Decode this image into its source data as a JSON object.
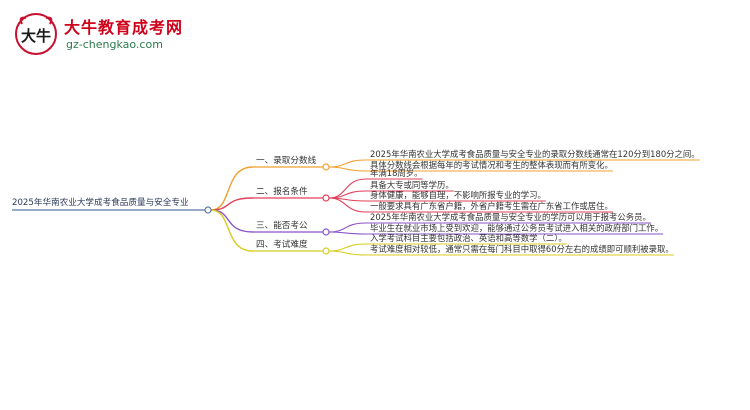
{
  "brand": {
    "mark_char": "大牛",
    "title": "大牛教育成考网",
    "url": "gz-chengkao.com"
  },
  "mindmap": {
    "root": "2025年华南农业大学成考食品质量与安全专业",
    "branches": [
      {
        "label": "一、录取分数线",
        "color": "#f0a030",
        "leaves": [
          "2025年华南农业大学成考食品质量与安全专业的录取分数线通常在120分到180分之间。",
          "具体分数线会根据每年的考试情况和考生的整体表现而有所变化。"
        ]
      },
      {
        "label": "二、报名条件",
        "color": "#e0405a",
        "leaves": [
          "年满18周岁。",
          "具备大专或同等学历。",
          "身体健康，能够自理，不影响所报专业的学习。",
          "一般要求具有广东省户籍，外省户籍考生需在广东省工作或居住。"
        ]
      },
      {
        "label": "三、能否考公",
        "color": "#8a54c8",
        "leaves": [
          "2025年华南农业大学成考食品质量与安全专业的学历可以用于报考公务员。",
          "毕业生在就业市场上受到欢迎，能够通过公务员考试进入相关的政府部门工作。"
        ]
      },
      {
        "label": "四、考试难度",
        "color": "#d8cc20",
        "leaves": [
          "入学考试科目主要包括政治、英语和高等数学（二）。",
          "考试难度相对较低，通常只需在每门科目中取得60分左右的成绩即可顺利被录取。"
        ]
      }
    ]
  }
}
